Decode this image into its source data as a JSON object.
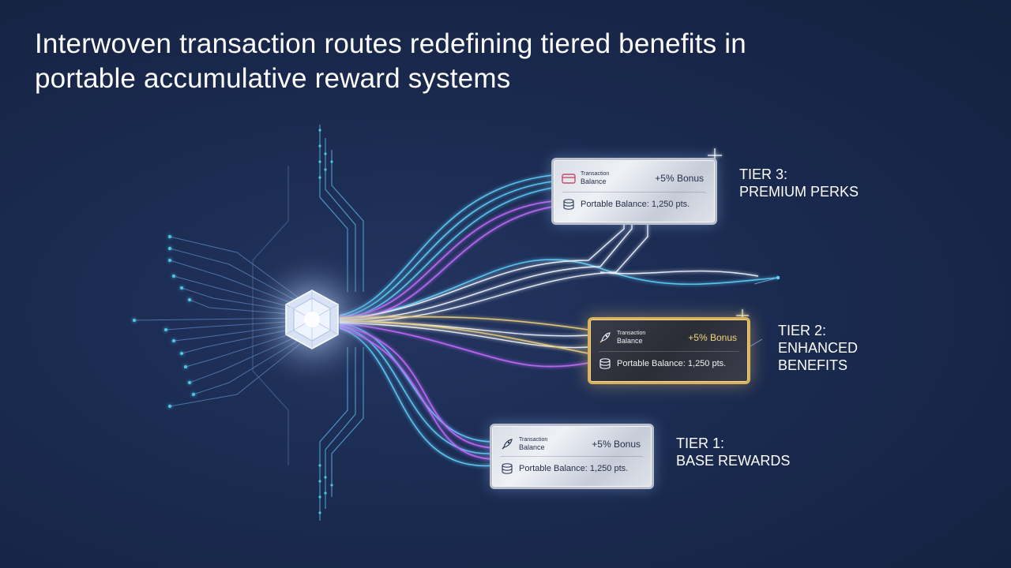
{
  "title": {
    "line1": "Interwoven transaction routes redefining tiered benefits in",
    "line2": "portable accumulative reward systems"
  },
  "colors": {
    "background": "#1a2a4f",
    "route_cyan": "#5fd3ff",
    "route_violet": "#c46bff",
    "route_white": "#f2f6ff",
    "route_gold": "#f2d47e",
    "node_dots": "#4fc6e6"
  },
  "hub": {
    "icon": "crystal-hexagon-icon"
  },
  "cards": [
    {
      "tier": "tier3",
      "icon": "credit-card-icon",
      "mini_label_top": "Transaction",
      "mini_label": "Balance",
      "bonus": "+5% Bonus",
      "coins_icon": "coin-stack-icon",
      "balance": "Portable Balance: 1,250 pts."
    },
    {
      "tier": "tier2",
      "icon": "rocket-icon",
      "mini_label_top": "Transaction",
      "mini_label": "Balance",
      "bonus": "+5% Bonus",
      "coins_icon": "coin-stack-icon",
      "balance": "Portable Balance: 1,250 pts."
    },
    {
      "tier": "tier1",
      "icon": "rocket-icon",
      "mini_label_top": "Transaction",
      "mini_label": "Balance",
      "bonus": "+5% Bonus",
      "coins_icon": "coin-stack-icon",
      "balance": "Portable Balance: 1,250 pts."
    }
  ],
  "tiers": [
    {
      "line1": "TIER 3:",
      "line2": "PREMIUM PERKS",
      "line3": ""
    },
    {
      "line1": "TIER 2:",
      "line2": "ENHANCED",
      "line3": "BENEFITS"
    },
    {
      "line1": "TIER 1:",
      "line2": "BASE REWARDS",
      "line3": ""
    }
  ]
}
